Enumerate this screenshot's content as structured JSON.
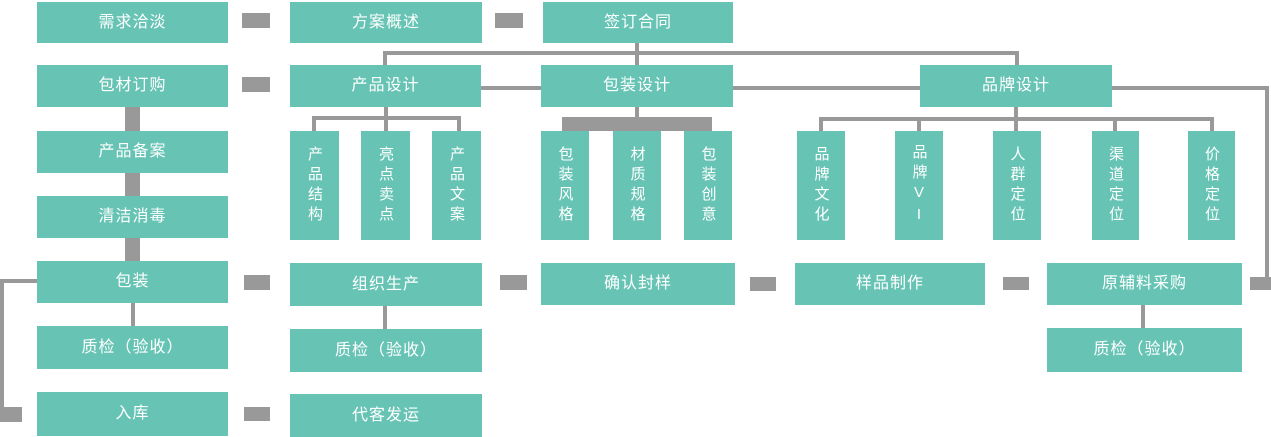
{
  "colors": {
    "box_teal": "#67c4b5",
    "connector_gray": "#999999",
    "node_text": "#ffffff"
  },
  "nodes": {
    "demand_talk": "需求洽淡",
    "plan_overview": "方案概述",
    "sign_contract": "签订合同",
    "material_order": "包材订购",
    "product_design": "产品设计",
    "packaging_design": "包装设计",
    "brand_design": "品牌设计",
    "product_structure": "产品结构",
    "highlight_selling": "亮点卖点",
    "product_copy": "产品文案",
    "packaging_style": "包装风格",
    "material_spec": "材质规格",
    "packaging_creative": "包装创意",
    "brand_culture": "品牌文化",
    "brand_vi": "品牌VI",
    "audience_positioning": "人群定位",
    "channel_positioning": "渠道定位",
    "price_positioning": "价格定位",
    "product_filing": "产品备案",
    "cleaning_disinfection": "清洁消毒",
    "packaging": "包装",
    "qc_left": "质检（验收）",
    "warehouse_in": "入库",
    "organize_production": "组织生产",
    "confirm_sample": "确认封样",
    "sample_making": "样品制作",
    "raw_material_purchase": "原辅料采购",
    "qc_mid": "质检（验收）",
    "qc_right": "质检（验收）",
    "shipping": "代客发运"
  }
}
